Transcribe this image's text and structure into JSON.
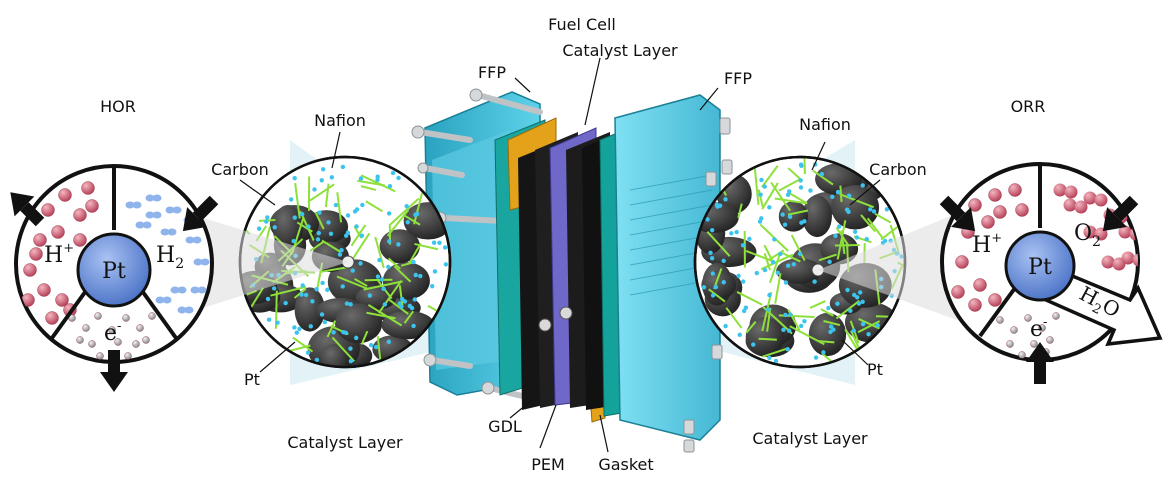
{
  "title": "Fuel Cell",
  "left": {
    "reaction": "HOR",
    "catalyst_layer": "Catalyst Layer",
    "nafion": "Nafion",
    "carbon": "Carbon",
    "pt": "Pt",
    "pt_core": "Pt",
    "proton": "H",
    "proton_sup": "+",
    "hydrogen": "H",
    "hydrogen_sub": "2",
    "electron": "e",
    "electron_sup": "-"
  },
  "center": {
    "ffp_left": "FFP",
    "ffp_right": "FFP",
    "catalyst_layer": "Catalyst Layer",
    "gdl": "GDL",
    "pem": "PEM",
    "gasket": "Gasket"
  },
  "right": {
    "reaction": "ORR",
    "catalyst_layer": "Catalyst Layer",
    "nafion": "Nafion",
    "carbon": "Carbon",
    "pt": "Pt",
    "pt_core": "Pt",
    "proton": "H",
    "proton_sup": "+",
    "oxygen": "O",
    "oxygen_sub": "2",
    "water_h": "H",
    "water_sub": "2",
    "water_o": "O",
    "electron": "e",
    "electron_sup": "-"
  },
  "colors": {
    "pt_blue": "#6a8fd6",
    "proton_red": "#c2536a",
    "h2_blue": "#8fb4ec",
    "carbon_dark": "#3c3c3c",
    "nafion_green": "#8ee03a",
    "plate_cyan": "#39b9d3",
    "membrane_purple": "#6f68c9",
    "gasket_gold": "#e3a21a"
  }
}
